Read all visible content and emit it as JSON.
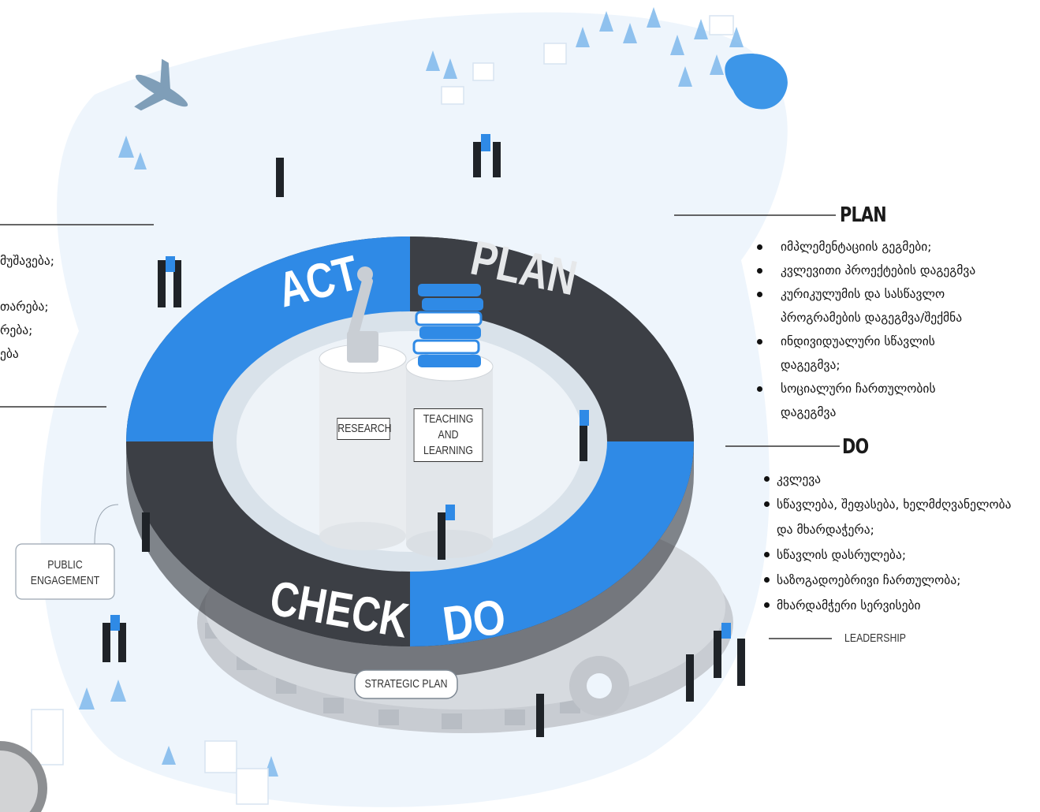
{
  "sections": {
    "plan": {
      "title": "PLAN",
      "items": [
        "იმპლემენტაციის გეგმები;",
        "კვლევითი პროექტების დაგეგმვა",
        "კურიკულუმის და სასწავლო\nპროგრამების დაგეგმვა/შექმნა",
        "ინდივიდუალური სწავლის\nდაგეგმვა;",
        "სოციალური ჩართულობის\nდაგეგმვა"
      ]
    },
    "do": {
      "title": "DO",
      "items": [
        "კვლევა",
        "სწავლება, შეფასება, ხელმძღვანელობა\nდა მხარდაჭერა;",
        "სწავლის დასრულება;",
        "საზოგადოებრივი ჩართულობა;",
        "მხარდამჭერი სერვისები"
      ]
    },
    "left_cut": [
      "მუშავება;",
      "თარება;",
      "რება;",
      "ება"
    ]
  },
  "cycle": {
    "act": "ACT",
    "plan": "PLAN",
    "check": "CHECK",
    "do": "DO"
  },
  "labels": {
    "research": "RESEARCH",
    "teaching": "TEACHING AND\nLEARNING",
    "public": "PUBLIC\nENGAGEMENT",
    "strategic": "STRATEGIC PLAN",
    "leadership": "LEADERSHIP"
  },
  "colors": {
    "blue": "#2f8ae6",
    "light_blue": "#9fcdf5",
    "dark_gray": "#3c3f45",
    "mid_gray": "#5a5d63",
    "bg_blue": "#eaf3fb"
  }
}
